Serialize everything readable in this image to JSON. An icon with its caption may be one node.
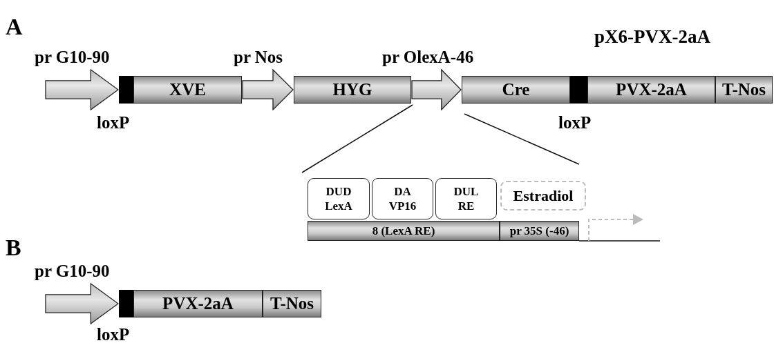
{
  "diagram": {
    "nodes": [
      {
        "text": [
          "pr G10-90"
        ]
      },
      {
        "text": [
          "loxP"
        ]
      },
      {
        "text": [
          "XVE"
        ]
      },
      {
        "text": [
          "pr Nos"
        ]
      },
      {
        "text": [
          "HYG"
        ]
      },
      {
        "text": [
          "pr OlexA-46"
        ]
      },
      {
        "text": [
          "Cre"
        ]
      },
      {
        "text": [
          "loxP"
        ]
      },
      {
        "text": [
          "PVX-2aA"
        ]
      },
      {
        "text": [
          "T-Nos"
        ]
      },
      {
        "text": [
          "DUD LexA"
        ]
      },
      {
        "text": [
          "DA VP16"
        ]
      },
      {
        "text": [
          "DUL RE"
        ]
      },
      {
        "text": [
          "Estradiol"
        ]
      },
      {
        "text": [
          "8 (LexA RE)"
        ]
      },
      {
        "text": [
          "pr 35S (-46)"
        ]
      },
      {
        "text": [
          "pr G10-90"
        ]
      },
      {
        "text": [
          "loxP"
        ]
      },
      {
        "text": [
          "PVX-2aA"
        ]
      },
      {
        "text": [
          "T-Nos"
        ]
      }
    ],
    "edges": [],
    "labels": [
      "A",
      "pX6-PVX-2aA",
      "B"
    ]
  }
}
